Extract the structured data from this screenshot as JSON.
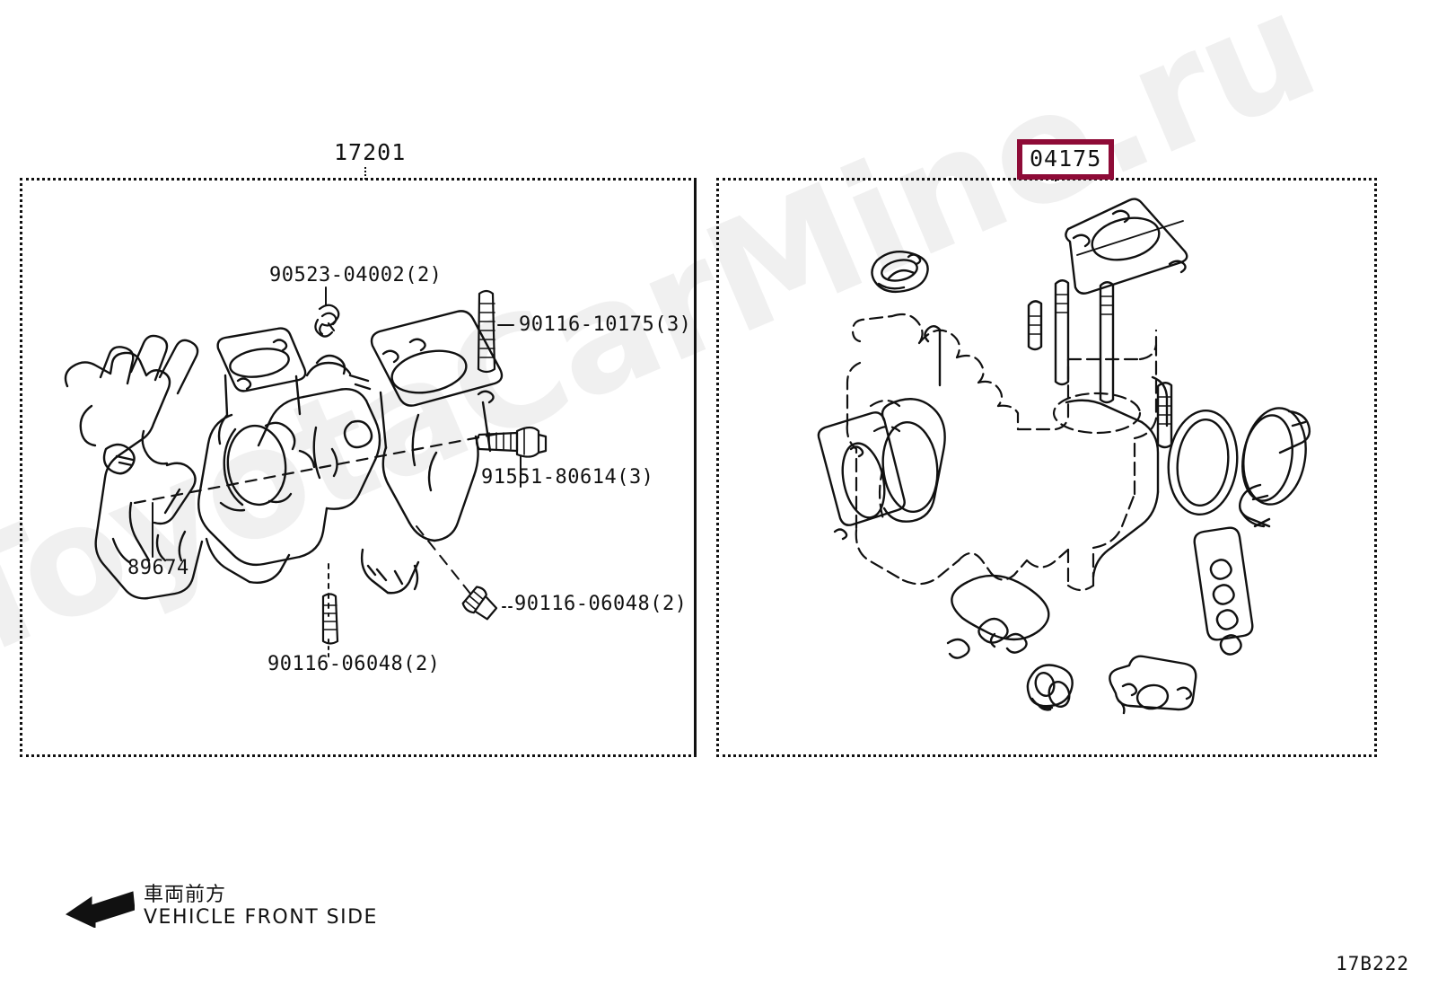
{
  "colors": {
    "highlight": "#8e0b37",
    "line": "#111111",
    "watermark": "#f0f0f0",
    "background": "#ffffff"
  },
  "watermark": {
    "text": "ToyotaCarMine.ru"
  },
  "diagram": {
    "code": "17B222"
  },
  "panels": {
    "left": {
      "header": "17201",
      "callouts": [
        {
          "id": "c-90523",
          "text": "90523-04002(2)"
        },
        {
          "id": "c-90116-10175",
          "text": "90116-10175(3)"
        },
        {
          "id": "c-91551",
          "text": "91551-80614(3)"
        },
        {
          "id": "c-89674",
          "text": "89674"
        },
        {
          "id": "c-90116-06048-a",
          "text": "90116-06048(2)"
        },
        {
          "id": "c-90116-06048-b",
          "text": "90116-06048(2)"
        }
      ]
    },
    "right": {
      "header": "04175",
      "header_highlighted": true,
      "callouts": []
    }
  },
  "legend": {
    "front_side_jp": "車両前方",
    "front_side_en": "VEHICLE FRONT SIDE",
    "arrow_direction": "left"
  }
}
